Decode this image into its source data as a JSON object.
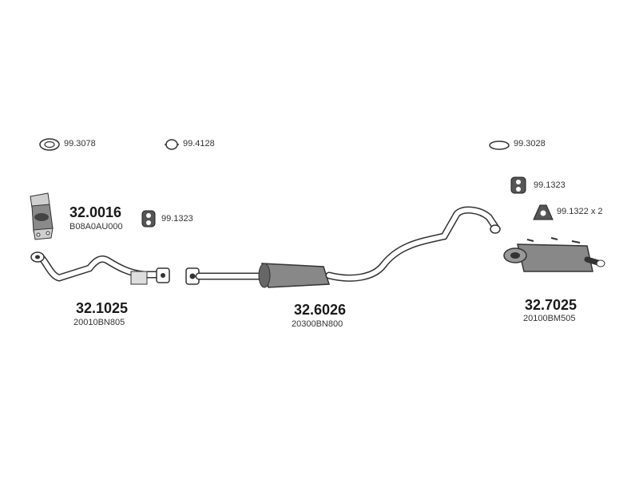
{
  "accessories": {
    "gasket_1": "99.3078",
    "ring_1": "99.4128",
    "gasket_2": "99.3028",
    "hanger_1": "99.1323",
    "hanger_2": "99.1323",
    "hanger_3": "99.1322 x 2"
  },
  "parts": {
    "catalyst": {
      "number": "32.0016",
      "oem": "B08A0AU000"
    },
    "front_pipe": {
      "number": "32.1025",
      "oem": "20010BN805"
    },
    "middle_silencer": {
      "number": "32.6026",
      "oem": "20300BN800"
    },
    "rear_silencer": {
      "number": "32.7025",
      "oem": "20100BM505"
    }
  }
}
